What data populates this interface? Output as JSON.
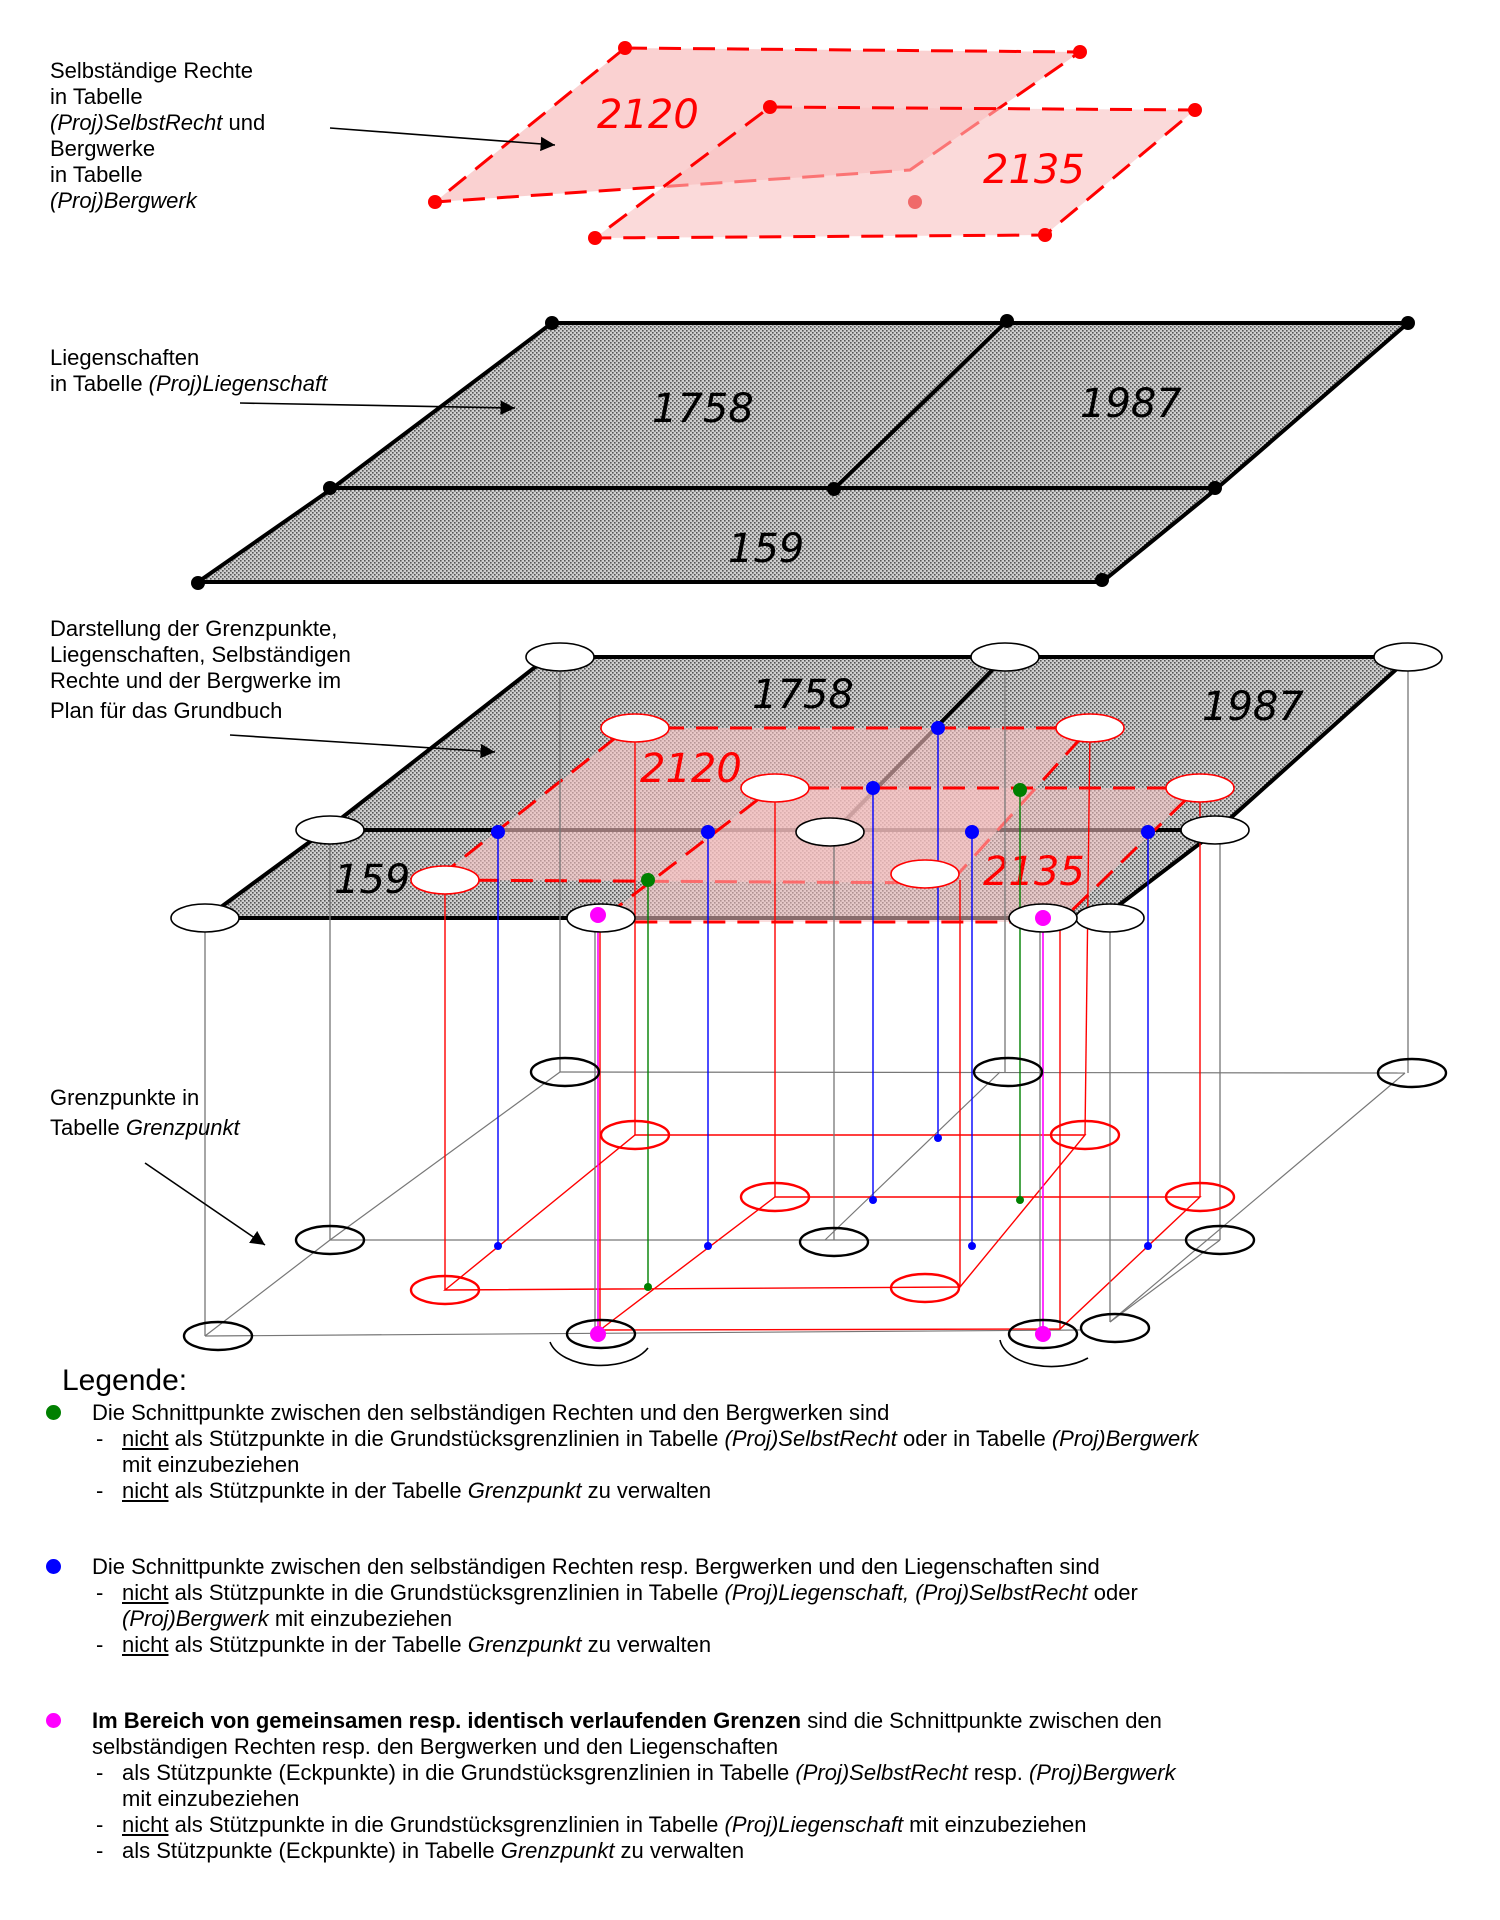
{
  "labels": {
    "top": {
      "l1": "Selbständige Rechte",
      "l2": "in Tabelle",
      "l3_it": "(Proj)SelbstRecht",
      "l3_rest": " und",
      "l4": "Bergwerke",
      "l5": "in Tabelle",
      "l6_it": "(Proj)Bergwerk"
    },
    "mid": {
      "l1": "Liegenschaften",
      "l2_pre": "in Tabelle ",
      "l2_it": "(Proj)Liegenschaft"
    },
    "plan": {
      "l1": "Darstellung der Grenzpunkte,",
      "l2": "Liegenschaften, Selbständigen",
      "l3": "Rechte und der Bergwerke im",
      "l4": "Plan für das Grundbuch"
    },
    "grenz": {
      "l1": "Grenzpunkte in",
      "l2_pre": "Tabelle ",
      "l2_it": "Grenzpunkt"
    }
  },
  "parcels": {
    "p2120": "2120",
    "p2135": "2135",
    "p1758": "1758",
    "p1987": "1987",
    "p159": "159"
  },
  "colors": {
    "red": "#ff0000",
    "blue": "#0000ff",
    "green": "#008000",
    "magenta": "#ff00ff",
    "black": "#000000"
  },
  "legend": {
    "title": "Legende:",
    "green": {
      "main": "Die Schnittpunkte zwischen den selbständigen Rechten und den Bergwerken sind",
      "s1_u": "nicht",
      "s1_a": " als Stützpunkte  in die Grundstücksgrenzlinien in Tabelle ",
      "s1_i1": "(Proj)SelbstRecht",
      "s1_b": " oder in Tabelle ",
      "s1_i2": "(Proj)Bergwerk",
      "s1_c": "mit einzubeziehen",
      "s2_u": "nicht",
      "s2_a": " als  Stützpunkte  in der Tabelle ",
      "s2_i": "Grenzpunkt",
      "s2_b": " zu verwalten"
    },
    "blue": {
      "main": "Die Schnittpunkte zwischen den selbständigen Rechten resp. Bergwerken und den Liegenschaften sind",
      "s1_u": "nicht",
      "s1_a": " als Stützpunkte  in die Grundstücksgrenzlinien in Tabelle ",
      "s1_i1": "(Proj)Liegenschaft, (Proj)SelbstRecht",
      "s1_b": " oder",
      "s1_i2": "(Proj)Bergwerk",
      "s1_c": " mit einzubeziehen",
      "s2_u": "nicht",
      "s2_a": " als Stützpunkte in der Tabelle ",
      "s2_i": "Grenzpunkt",
      "s2_b": " zu verwalten"
    },
    "magenta": {
      "main_b": "Im Bereich von gemeinsamen resp. identisch verlaufenden Grenzen",
      "main_a": " sind die Schnittpunkte zwischen den",
      "main_c": "selbständigen Rechten resp. den Bergwerken und den Liegenschaften",
      "s1_a": "als Stützpunkte (Eckpunkte) in die Grundstücksgrenzlinien in Tabelle ",
      "s1_i1": "(Proj)SelbstRecht",
      "s1_b": " resp. ",
      "s1_i2": "(Proj)Bergwerk",
      "s1_c": "mit einzubeziehen",
      "s2_u": "nicht",
      "s2_a": " als Stützpunkte in die Grundstücksgrenzlinien in Tabelle ",
      "s2_i": "(Proj)Liegenschaft",
      "s2_b": " mit einzubeziehen",
      "s3_a": "als Stützpunkte (Eckpunkte) in Tabelle ",
      "s3_i": "Grenzpunkt",
      "s3_b": "  zu verwalten"
    }
  }
}
